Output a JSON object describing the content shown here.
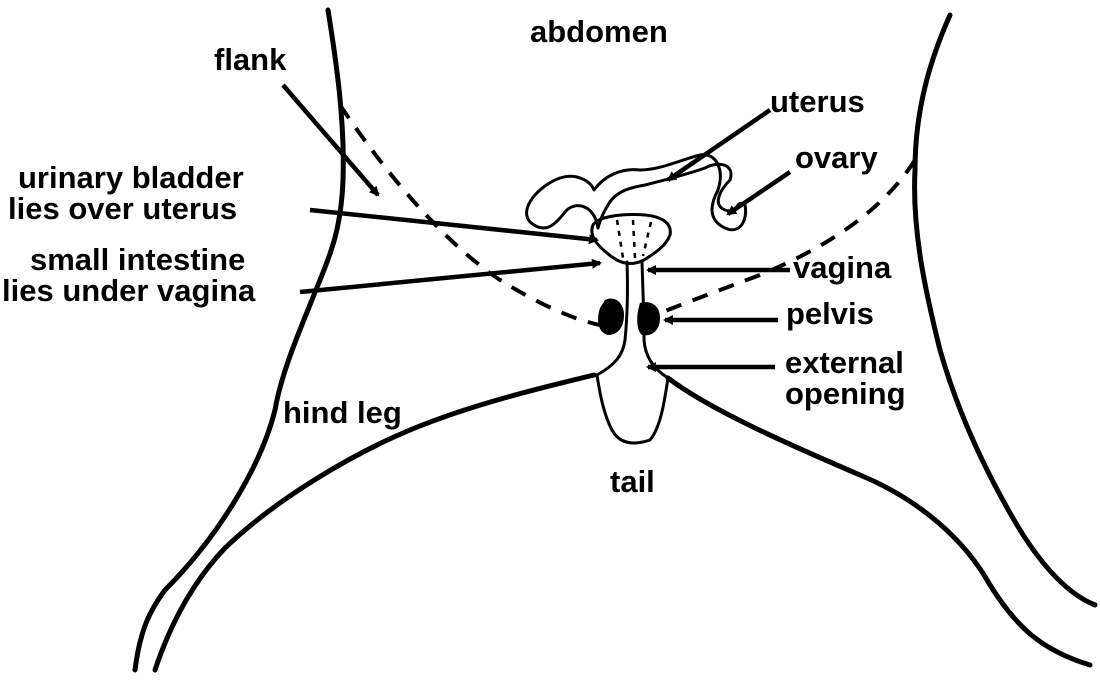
{
  "colors": {
    "line": "#000000",
    "background": "#ffffff"
  },
  "labels": {
    "abdomen": "abdomen",
    "flank": "flank",
    "uterus": "uterus",
    "ovary": "ovary",
    "urinary_bladder_line1": "urinary bladder",
    "urinary_bladder_line2": "lies over uterus",
    "small_intestine_line1": "small intestine",
    "small_intestine_line2": "lies under vagina",
    "vagina": "vagina",
    "pelvis": "pelvis",
    "external_opening_line1": "external",
    "external_opening_line2": "opening",
    "hind_leg": "hind leg",
    "tail": "tail"
  }
}
